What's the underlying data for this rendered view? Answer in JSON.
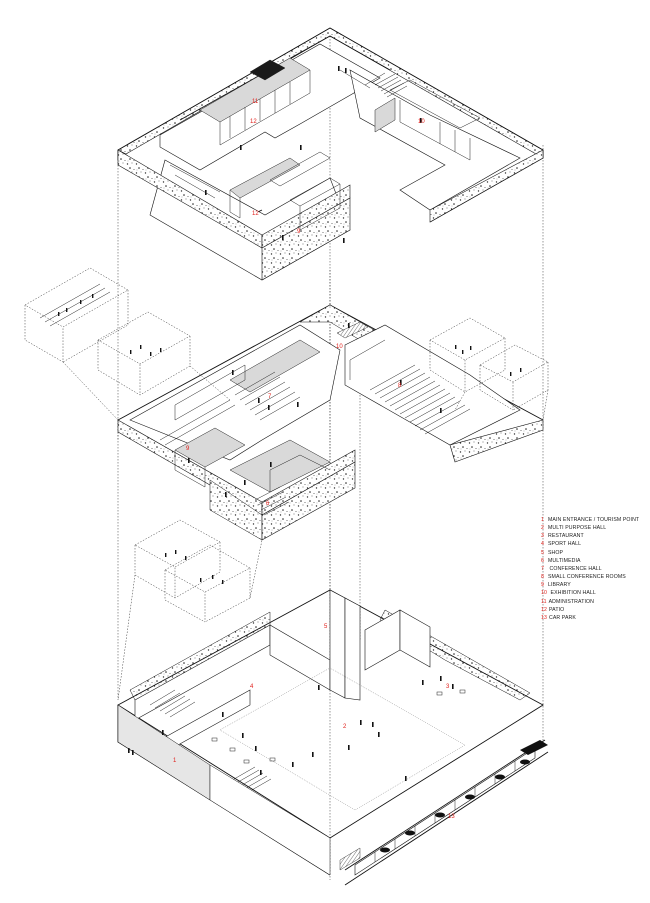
{
  "legend": [
    {
      "num": "1",
      "label": "MAIN ENTRANCE / TOURISM POINT"
    },
    {
      "num": "2",
      "label": "MULTI PURPOSE HALL"
    },
    {
      "num": "3",
      "label": "RESTAURANT"
    },
    {
      "num": "4",
      "label": "SPORT HALL"
    },
    {
      "num": "5",
      "label": "SHOP"
    },
    {
      "num": "6",
      "label": "MULTIMEDIA"
    },
    {
      "num": "7",
      "label": " CONFERENCE HALL"
    },
    {
      "num": "8",
      "label": "SMALL CONFERENCE ROOMS"
    },
    {
      "num": "9",
      "label": "LIBRARY"
    },
    {
      "num": "10",
      "label": " EXHIBITION HALL"
    },
    {
      "num": "11",
      "label": "ADMINISTRATION"
    },
    {
      "num": "12",
      "label": "PATIO"
    },
    {
      "num": "13",
      "label": "CAR PARK"
    }
  ],
  "drawing_labels": {
    "top_11": "11",
    "top_12a": "12",
    "top_10": "10",
    "top_12b": "12",
    "top_9": "9",
    "mid_10": "10",
    "mid_7": "7",
    "mid_8": "8",
    "mid_9": "9",
    "mid_6": "6",
    "gf_5": "5",
    "gf_4": "4",
    "gf_3": "3",
    "gf_2": "2",
    "gf_1": "1",
    "gf_13": "13"
  }
}
